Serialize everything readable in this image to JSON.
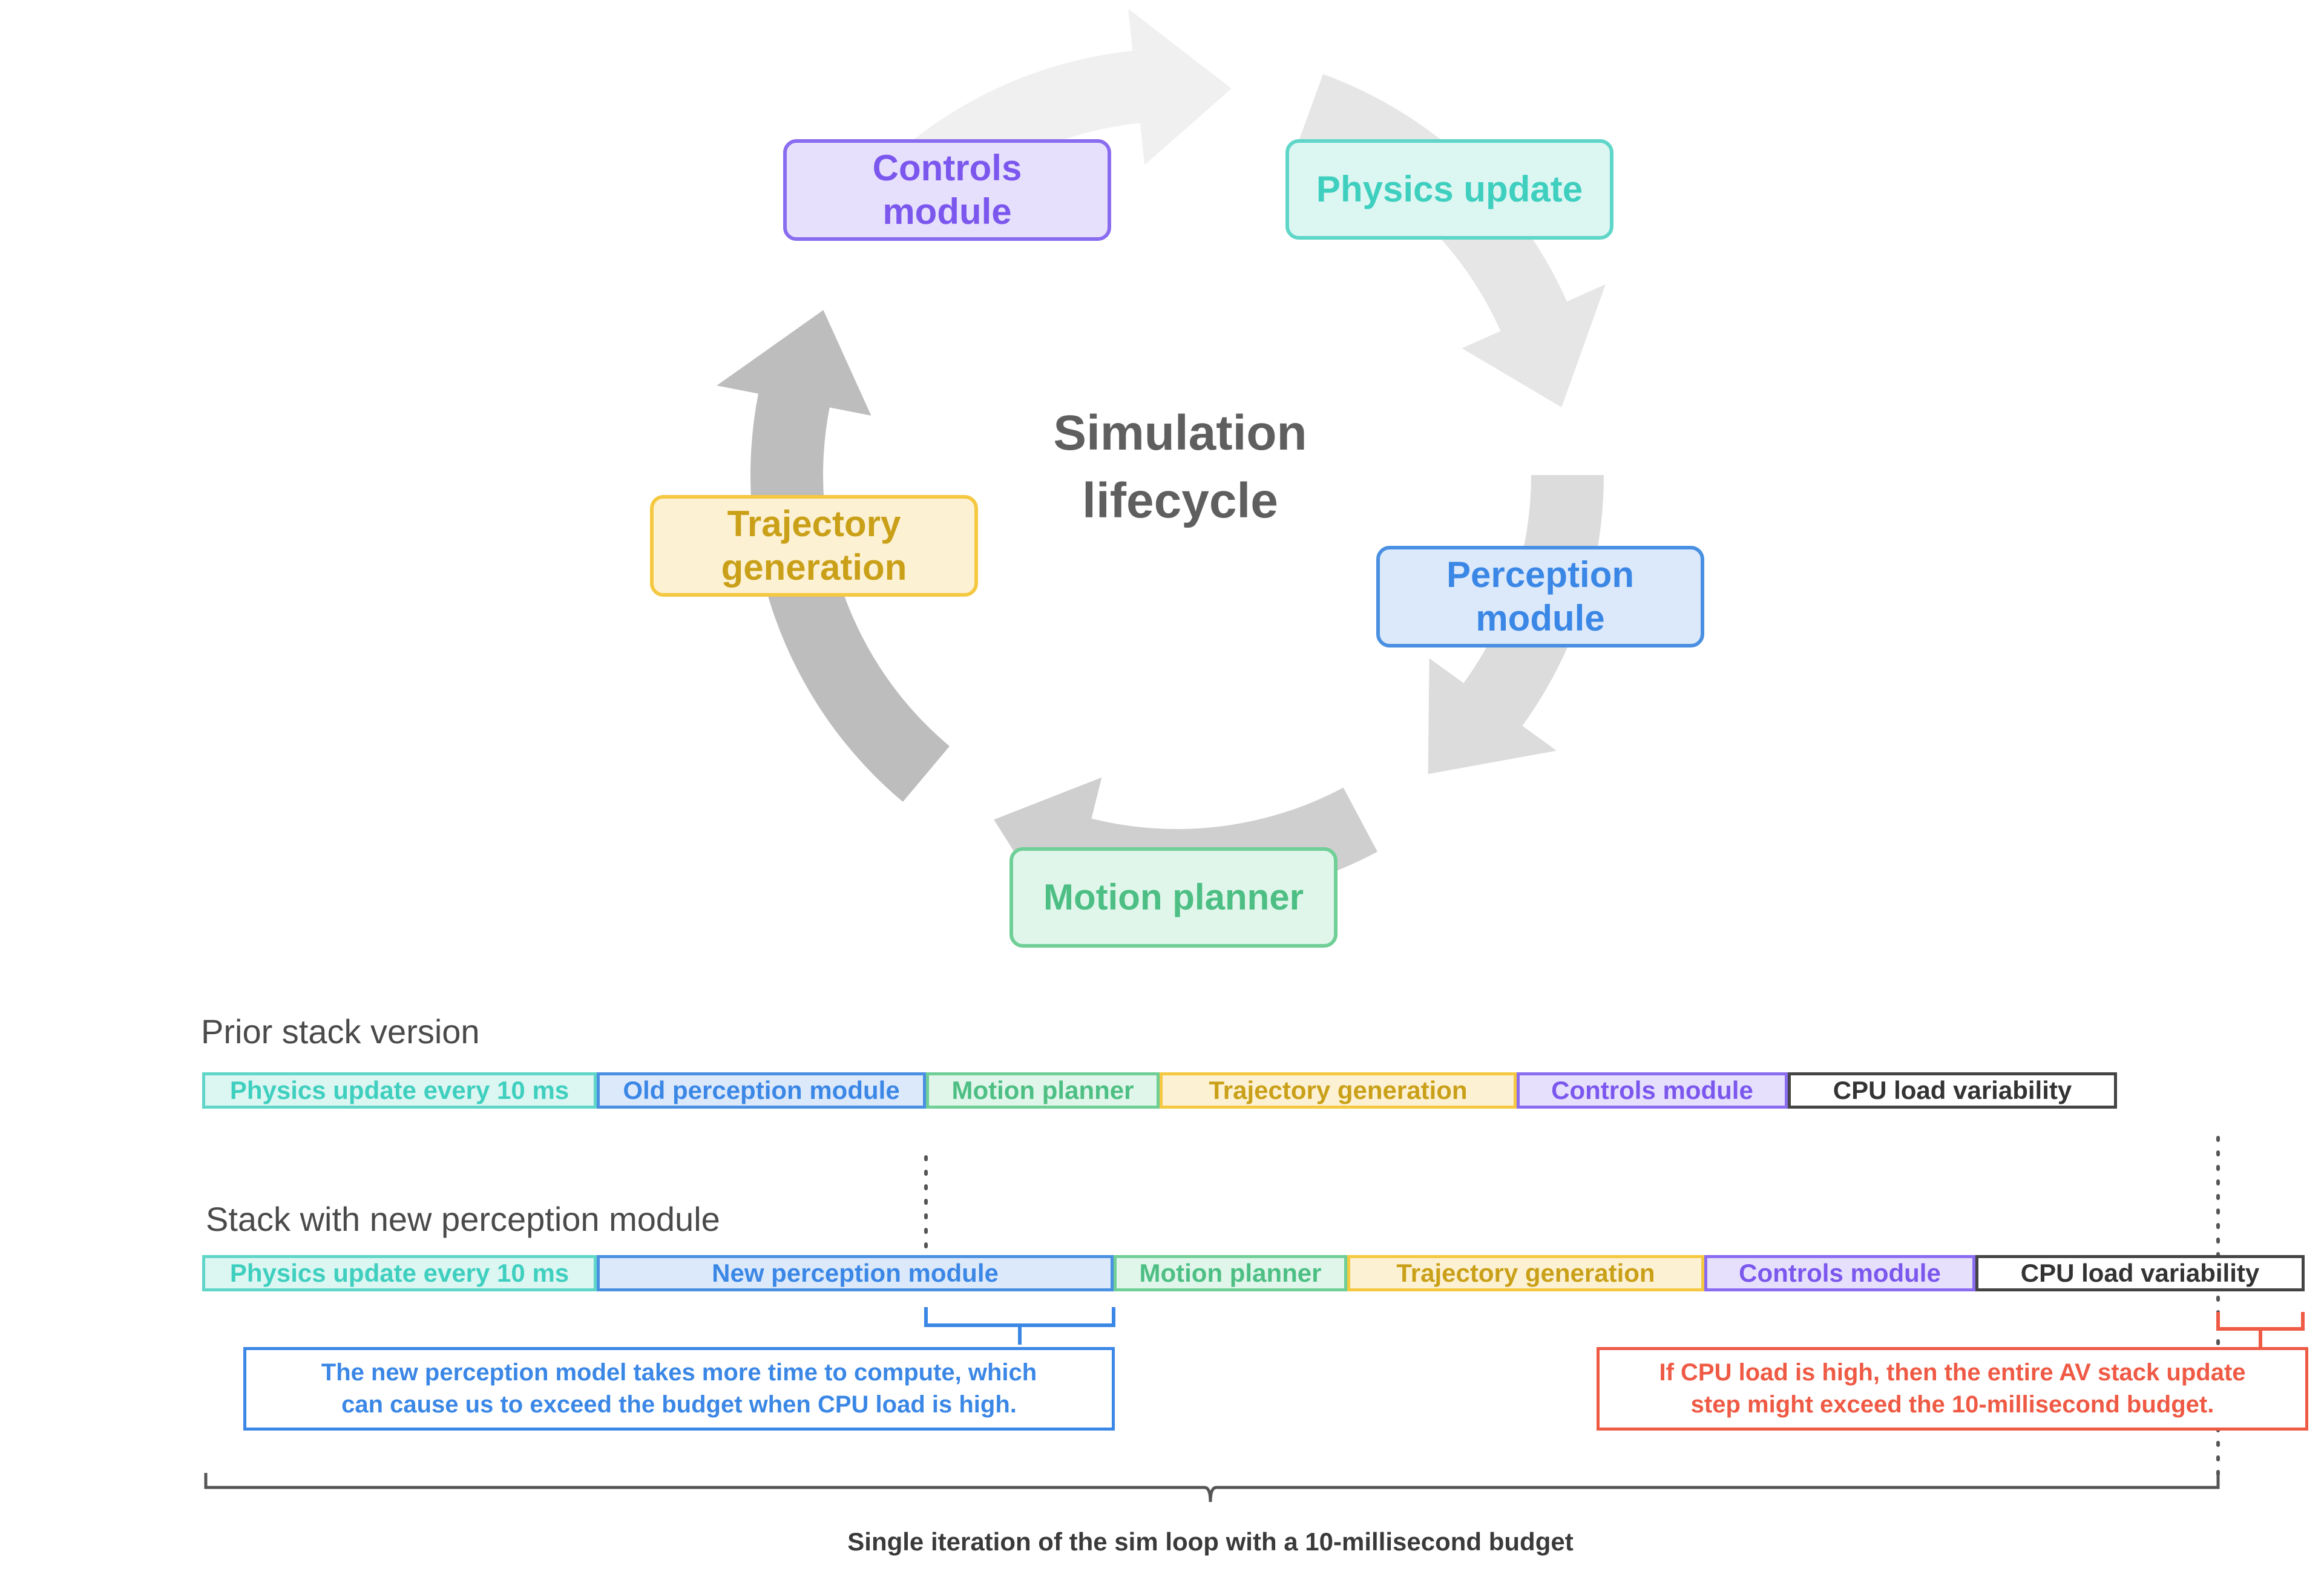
{
  "diagram": {
    "center_title": "Simulation\nlifecycle",
    "cycle_nodes": [
      {
        "id": "controls",
        "label": "Controls\nmodule",
        "border": "#8a6cf0",
        "fill": "#e6e0fc",
        "text": "#7b57ee"
      },
      {
        "id": "physics",
        "label": "Physics update",
        "border": "#5fd6c8",
        "fill": "#dcf6f2",
        "text": "#3fcfbf"
      },
      {
        "id": "perception",
        "label": "Perception\nmodule",
        "border": "#4a90e2",
        "fill": "#dce9fb",
        "text": "#3b87e6"
      },
      {
        "id": "motion",
        "label": "Motion planner",
        "border": "#6fcf97",
        "fill": "#e0f6ea",
        "text": "#4dbf84"
      },
      {
        "id": "trajectory",
        "label": "Trajectory\ngeneration",
        "border": "#f5c842",
        "fill": "#fdf1d3",
        "text": "#c9a018"
      }
    ],
    "arrow_colors": [
      "#f0f0f0",
      "#e6e6e6",
      "#dcdcdc",
      "#cfcfcf",
      "#bdbdbd"
    ]
  },
  "prior_stack": {
    "title": "Prior stack version",
    "segments": [
      {
        "label": "Physics update every 10 ms",
        "border": "#5fd6c8",
        "fill": "#dcf6f2",
        "text": "#3fcfbf"
      },
      {
        "label": "Old perception module",
        "border": "#4a90e2",
        "fill": "#dce9fb",
        "text": "#3b87e6"
      },
      {
        "label": "Motion planner",
        "border": "#6fcf97",
        "fill": "#e0f6ea",
        "text": "#4dbf84"
      },
      {
        "label": "Trajectory generation",
        "border": "#f5c842",
        "fill": "#fdf1d3",
        "text": "#c9a018"
      },
      {
        "label": "Controls module",
        "border": "#8a6cf0",
        "fill": "#e6e0fc",
        "text": "#7b57ee"
      },
      {
        "label": "CPU load variability",
        "border": "#444444",
        "fill": "#ffffff",
        "text": "#333333"
      }
    ]
  },
  "new_stack": {
    "title": "Stack with new perception module",
    "segments": [
      {
        "label": "Physics update every 10 ms",
        "border": "#5fd6c8",
        "fill": "#dcf6f2",
        "text": "#3fcfbf"
      },
      {
        "label": "New perception module",
        "border": "#4a90e2",
        "fill": "#dce9fb",
        "text": "#3b87e6"
      },
      {
        "label": "Motion planner",
        "border": "#6fcf97",
        "fill": "#e0f6ea",
        "text": "#4dbf84"
      },
      {
        "label": "Trajectory generation",
        "border": "#f5c842",
        "fill": "#fdf1d3",
        "text": "#c9a018"
      },
      {
        "label": "Controls module",
        "border": "#8a6cf0",
        "fill": "#e6e0fc",
        "text": "#7b57ee"
      },
      {
        "label": "CPU load variability",
        "border": "#444444",
        "fill": "#ffffff",
        "text": "#333333"
      }
    ]
  },
  "annotations": {
    "perception_note": "The new perception model takes more time to compute, which\ncan cause us to exceed the budget when CPU load is high.",
    "perception_color": "#3b87e6",
    "cpu_note": "If CPU load is high, then the entire AV stack update\nstep might exceed the 10-millisecond budget.",
    "cpu_color": "#ef5a45"
  },
  "footer": "Single iteration of the sim loop with a 10-millisecond budget"
}
